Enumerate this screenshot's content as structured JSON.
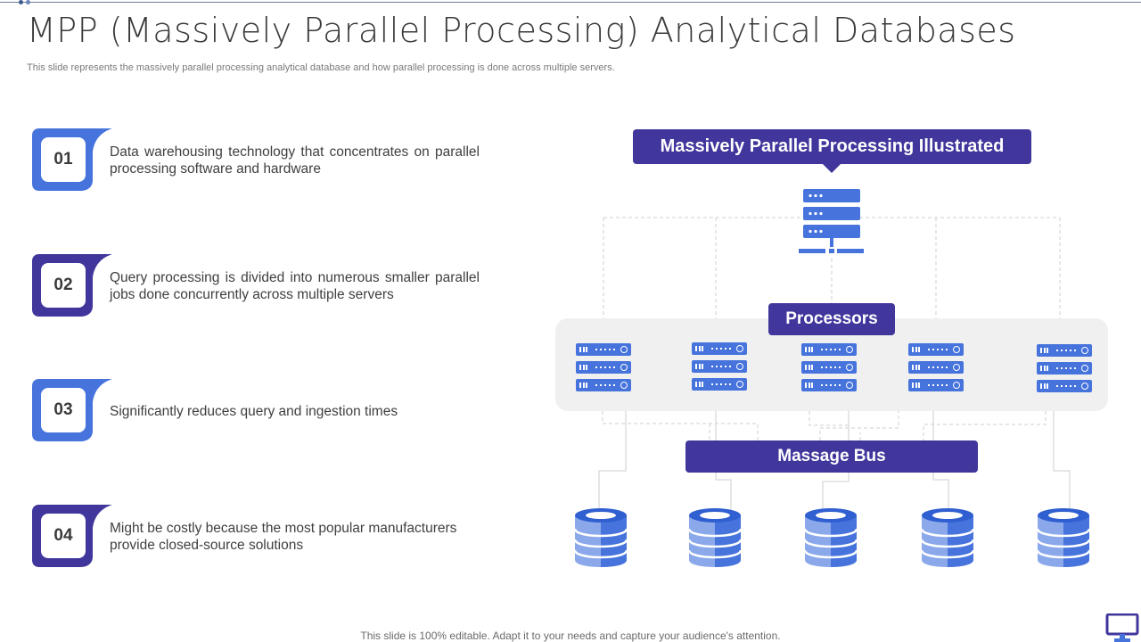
{
  "slide": {
    "title": "MPP (Massively Parallel Processing) Analytical Databases",
    "subtitle": "This slide represents the massively parallel processing analytical database and how parallel processing is done across multiple servers.",
    "footer": "This slide is 100% editable. Adapt it to your needs and capture your audience's attention."
  },
  "points": [
    {
      "number": "01",
      "text": "Data warehousing technology that concentrates on parallel processing software and hardware",
      "color": "#4673dc"
    },
    {
      "number": "02",
      "text": "Query processing is divided into numerous smaller parallel jobs done concurrently across multiple servers",
      "color": "#40369c"
    },
    {
      "number": "03",
      "text": "Significantly reduces query and ingestion times",
      "color": "#4673dc"
    },
    {
      "number": "04",
      "text": "Might be costly because the most popular manufacturers provide closed-source solutions",
      "color": "#40369c"
    }
  ],
  "diagram": {
    "header": "Massively Parallel Processing Illustrated",
    "processors_label": "Processors",
    "bus_label": "Massage Bus",
    "processor_count": 5,
    "database_count": 5
  },
  "colors": {
    "primary_purple": "#40369c",
    "primary_blue": "#4673dc",
    "panel_gray": "#f0f0f0"
  }
}
